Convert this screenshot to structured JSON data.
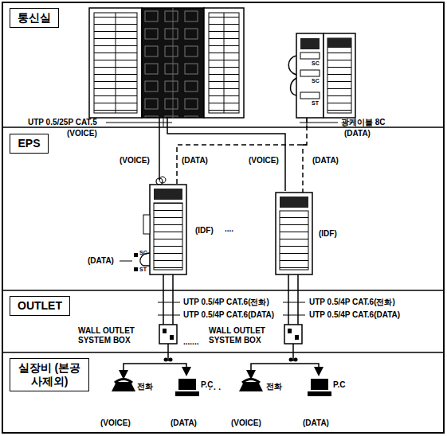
{
  "diagram": {
    "nodes": [
      {
        "text": [
          "통신실"
        ]
      },
      {
        "text": [
          "EPS"
        ]
      },
      {
        "text": [
          "OUTLET"
        ]
      },
      {
        "text": [
          "실장비 (본공사제외)"
        ]
      }
    ],
    "labels": [
      "UTP 0.5/25P CAT.5",
      "(VOICE)",
      "광케이블 8C",
      "(DATA)",
      "SC",
      "SC",
      "ST",
      "(VOICE)",
      "(DATA)",
      "(VOICE)",
      "(DATA)",
      "(IDF)",
      "....",
      "(IDF)",
      "(DATA)",
      "SC",
      "ST",
      "UTP 0.5/4P CAT.6(전화)",
      "UTP 0.5/4P CAT.6(DATA)",
      "UTP 0.5/4P CAT.6(전화)",
      "UTP 0.5/4P CAT.6(DATA)",
      "WALL OUTLET SYSTEM BOX",
      ".......",
      "WALL OUTLET SYSTEM BOX",
      "전화",
      "P.C",
      "(VOICE)",
      "(DATA)",
      "· · ·",
      "전화",
      "P.C",
      "(VOICE)",
      "(DATA)"
    ]
  }
}
